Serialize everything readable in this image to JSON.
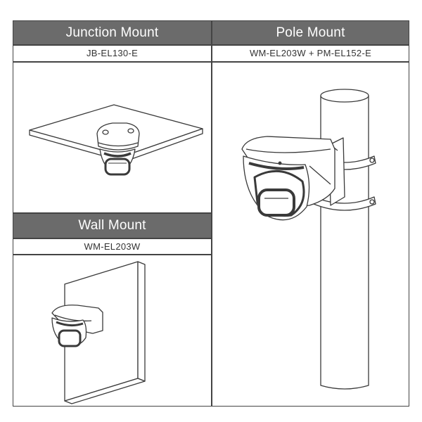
{
  "panels": {
    "junction": {
      "title": "Junction Mount",
      "model": "JB-EL130-E"
    },
    "pole": {
      "title": "Pole Mount",
      "model": "WM-EL203W + PM-EL152-E"
    },
    "wall": {
      "title": "Wall Mount",
      "model": "WM-EL203W"
    }
  },
  "colors": {
    "header_bg": "#6b6b6b",
    "header_text": "#ffffff",
    "line": "#444444",
    "camera_dark": "#3a3a3a"
  }
}
